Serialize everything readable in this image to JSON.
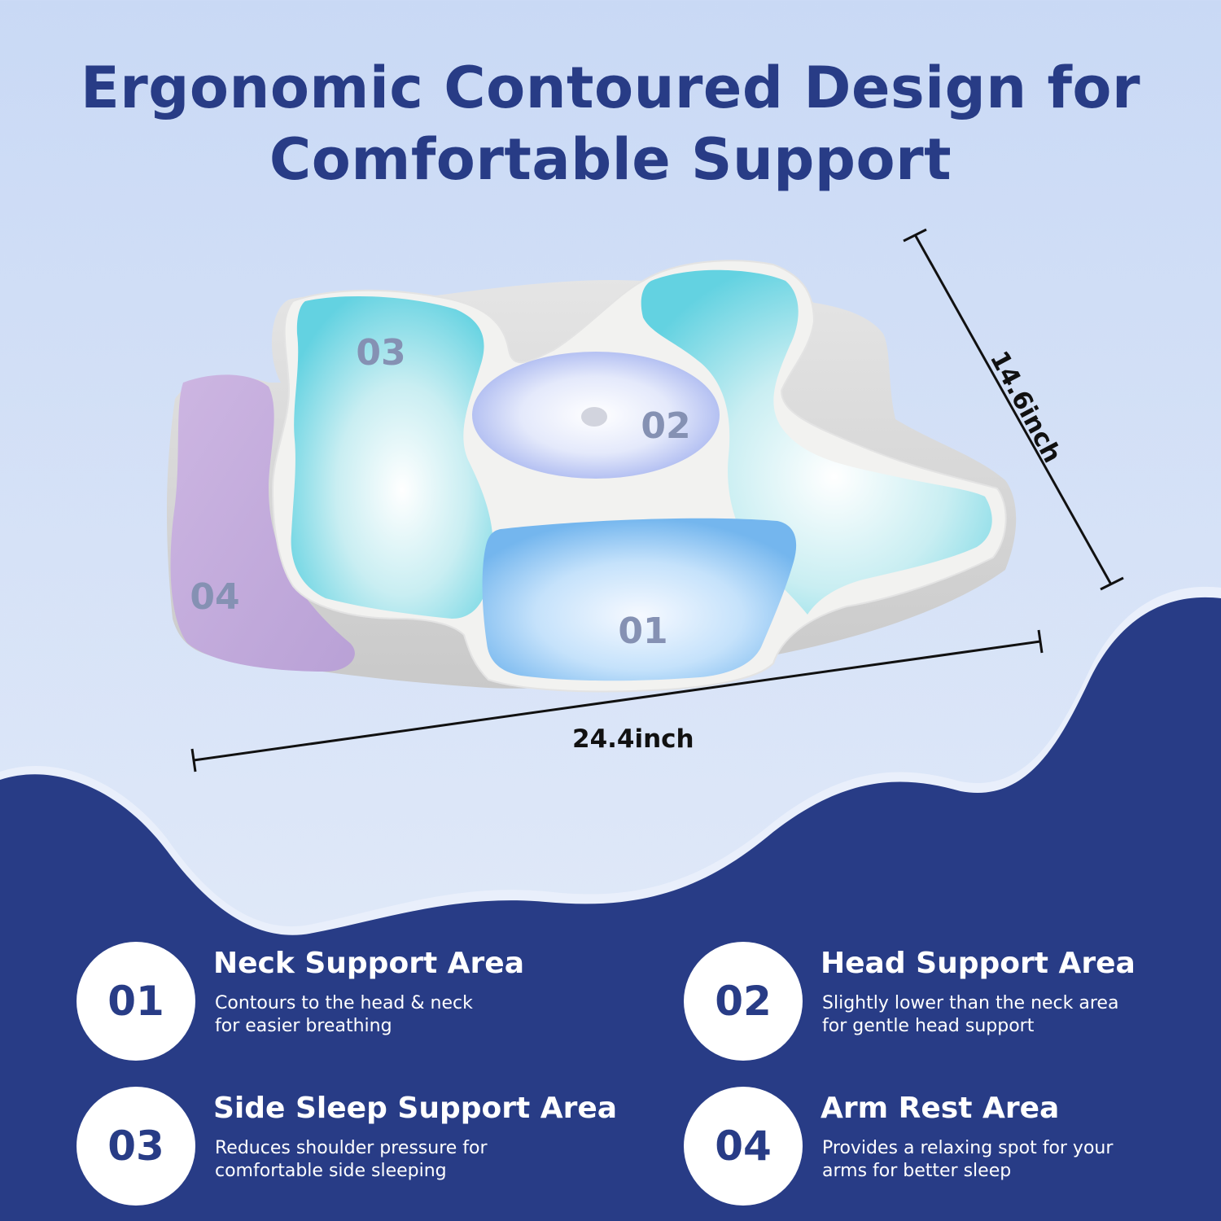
{
  "headline": {
    "line1": "Ergonomic Contoured Design for",
    "line2": "Comfortable Support"
  },
  "dimensions": {
    "width_label": "24.4inch",
    "depth_label": "14.6inch"
  },
  "zones": [
    {
      "number": "01",
      "color": "#8ec8f2"
    },
    {
      "number": "02",
      "color": "#b9c7f1"
    },
    {
      "number": "03",
      "color": "#8fdfe7"
    },
    {
      "number": "04",
      "color": "#c6b0de"
    }
  ],
  "features": [
    {
      "number": "01",
      "title": "Neck Support Area",
      "desc_line1": "Contours to the head & neck",
      "desc_line2": "for easier breathing"
    },
    {
      "number": "02",
      "title": "Head Support Area",
      "desc_line1": "Slightly lower than the neck area",
      "desc_line2": "for gentle head support"
    },
    {
      "number": "03",
      "title": "Side Sleep Support Area",
      "desc_line1": "Reduces shoulder pressure for",
      "desc_line2": "comfortable side sleeping"
    },
    {
      "number": "04",
      "title": "Arm Rest Area",
      "desc_line1": "Provides a relaxing spot for your",
      "desc_line2": "arms for better sleep"
    }
  ],
  "colors": {
    "navy": "#283c86",
    "background": "#d6e2f7",
    "pillow_white": "#f3f3f1",
    "pillow_gray": "#d8d8d8"
  }
}
